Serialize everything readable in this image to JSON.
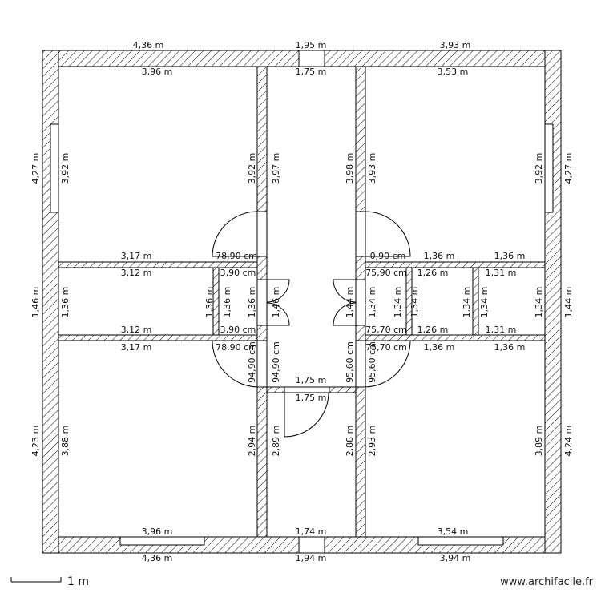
{
  "labels": [
    "4,36 m",
    "1,95 m",
    "3,93 m",
    "3,96 m",
    "1,75 m",
    "3,53 m",
    "4,27 m",
    "3,92 m",
    "3,92 m",
    "3,97 m",
    "3,98 m",
    "3,93 m",
    "3,92 m",
    "4,27 m",
    "3,17 m",
    "78,90 cm",
    "0,90 cm",
    "1,36 m",
    "1,36 m",
    "3,12 m",
    "3,90 cm",
    "75,90 cm",
    "1,26 m",
    "1,31 m",
    "1,46 m",
    "1,36 m",
    "1,36 m",
    "1,36 m",
    "1,36 m",
    "1,46 m",
    "1,44 m",
    "1,34 m",
    "1,34 m",
    "1,34 m",
    "1,34 m",
    "1,34 m",
    "1,34 m",
    "1,44 m",
    "3,12 m",
    "3,90 cm",
    "75,70 cm",
    "1,26 m",
    "1,31 m",
    "3,17 m",
    "78,90 cm",
    "75,70 cm",
    "1,36 m",
    "1,36 m",
    "94,90 cm",
    "94,90 cm",
    "95,60 cm",
    "95,60 cm",
    "1,75 m",
    "1,75 m",
    "4,23 m",
    "3,88 m",
    "2,94 m",
    "2,89 m",
    "2,88 m",
    "2,93 m",
    "3,89 m",
    "4,24 m",
    "3,96 m",
    "1,74 m",
    "3,54 m",
    "4,36 m",
    "1,94 m",
    "3,94 m"
  ],
  "scale_label": "1 m",
  "credit": "www.archifacile.fr"
}
